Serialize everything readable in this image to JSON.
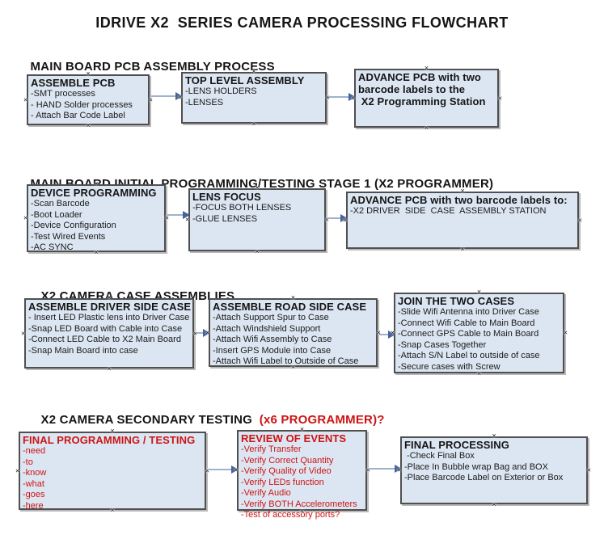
{
  "title": "IDRIVE X2  SERIES CAMERA PROCESSING FLOWCHART",
  "colors": {
    "box_fill": "#DCE6F2",
    "box_border": "#4F4F4F",
    "arrow_line": "#9FB2CC",
    "arrow_head": "#44639C",
    "accent_red": "#CC1414",
    "text": "#151515"
  },
  "sections": [
    {
      "heading": "MAIN BOARD PCB ASSEMBLY PROCESS",
      "heading_red": "",
      "boxes": [
        {
          "title": "ASSEMBLE PCB",
          "lines": [
            "-SMT processes",
            "- HAND Solder processes",
            "- Attach Bar Code Label"
          ]
        },
        {
          "title": "TOP LEVEL ASSEMBLY",
          "lines": [
            "-LENS HOLDERS",
            "-LENSES"
          ]
        },
        {
          "title": "ADVANCE PCB with two\nbarcode labels to the\n X2 Programming Station",
          "lines": []
        }
      ]
    },
    {
      "heading": "MAIN BOARD INITIAL PROGRAMMING/TESTING STAGE 1 (X2 PROGRAMMER)",
      "heading_red": "",
      "boxes": [
        {
          "title": "DEVICE PROGRAMMING",
          "lines": [
            "-Scan Barcode",
            "-Boot Loader",
            "-Device Configuration",
            "-Test Wired Events",
            "-AC SYNC"
          ]
        },
        {
          "title": "LENS FOCUS",
          "lines": [
            "-FOCUS BOTH LENSES",
            "-GLUE LENSES"
          ]
        },
        {
          "title": "ADVANCE PCB with two barcode labels to:",
          "lines": [
            "-X2 DRIVER  SIDE  CASE  ASSEMBLY STATION"
          ]
        }
      ]
    },
    {
      "heading": "X2 CAMERA CASE ASSEMBLIES",
      "heading_red": "",
      "boxes": [
        {
          "title": "ASSEMBLE DRIVER SIDE CASE",
          "lines": [
            "- Insert LED Plastic lens into Driver Case",
            "-Snap LED Board with Cable into Case",
            "-Connect LED Cable to X2 Main Board",
            "-Snap Main Board into case"
          ]
        },
        {
          "title": "ASSEMBLE ROAD SIDE CASE",
          "lines": [
            "-Attach Support Spur to Case",
            "-Attach Windshield Support",
            "-Attach Wifi Assembly to Case",
            "-Insert GPS Module into Case",
            "-Attach Wifi Label to Outside of Case"
          ]
        },
        {
          "title": "JOIN THE TWO CASES",
          "lines": [
            "-Slide Wifi Antenna into Driver Case",
            "-Connect Wifi Cable to Main Board",
            "-Connect GPS Cable to Main Board",
            "-Snap Cases Together",
            "-Attach S/N Label to outside of case",
            "-Secure cases with Screw"
          ]
        }
      ]
    },
    {
      "heading": "X2 CAMERA SECONDARY TESTING ",
      "heading_red": " (x6 PROGRAMMER)?",
      "boxes": [
        {
          "title": "FINAL PROGRAMMING / TESTING",
          "lines": [
            "-need",
            "-to",
            "-know",
            "-what",
            "-goes",
            "-here"
          ]
        },
        {
          "title": "REVIEW OF EVENTS",
          "lines": [
            "-Verify Transfer",
            "-Verify Correct Quantity",
            "-Verify Quality of Video",
            "-Verify LEDs function",
            "-Verify Audio",
            "-Verify BOTH Accelerometers",
            "-Test of accessory ports?"
          ]
        },
        {
          "title": "FINAL PROCESSING",
          "lines": [
            " -Check Final Box",
            "-Place In Bubble wrap Bag and BOX",
            "-Place Barcode Label on Exterior or Box"
          ]
        }
      ]
    }
  ]
}
